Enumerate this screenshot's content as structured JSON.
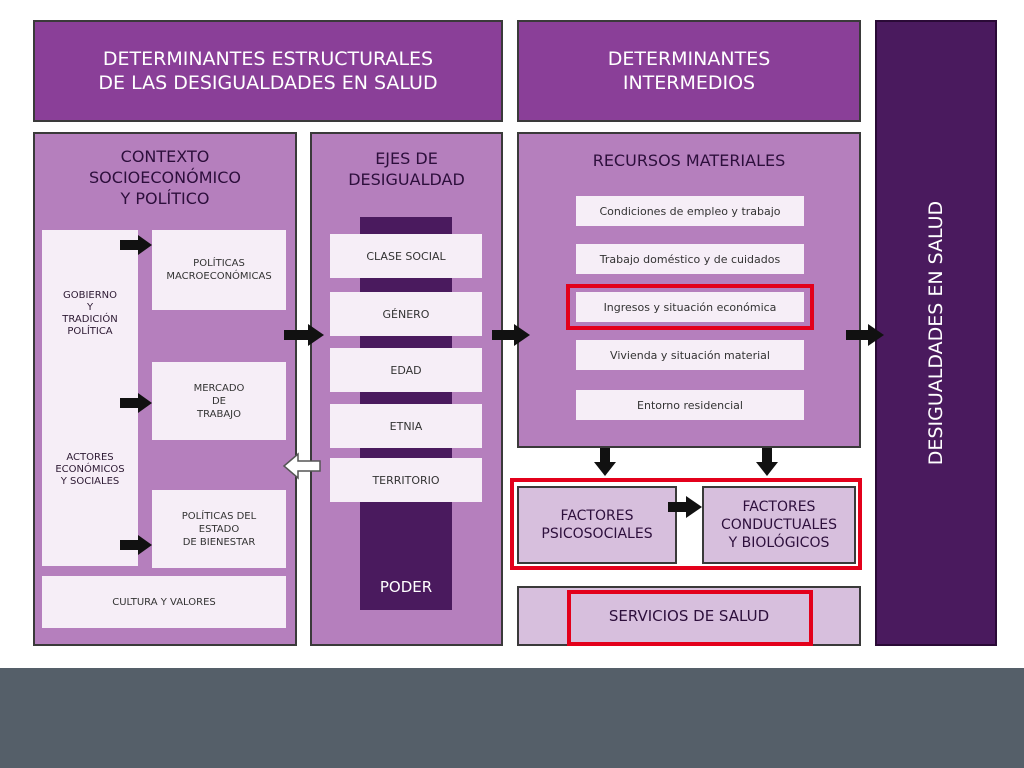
{
  "headers": {
    "structural": "DETERMINANTES ESTRUCTURALES\nDE LAS DESIGUALDADES EN SALUD",
    "intermediate": "DETERMINANTES\nINTERMEDIOS"
  },
  "context": {
    "title": "CONTEXTO\nSOCIOECONÓMICO\nY POLÍTICO",
    "gobierno": "GOBIERNO\nY\nTRADICIÓN\nPOLÍTICA",
    "actores": "ACTORES\nECONÓMICOS\nY SOCIALES",
    "politicas_macro": "POLÍTICAS\nMACROECONÓMICAS",
    "mercado": "MERCADO\nDE\nTRABAJO",
    "politicas_bienestar": "POLÍTICAS DEL\nESTADO\nDE BIENESTAR",
    "cultura": "CULTURA Y VALORES"
  },
  "ejes": {
    "title": "EJES DE\nDESIGUALDAD",
    "items": [
      "CLASE SOCIAL",
      "GÉNERO",
      "EDAD",
      "ETNIA",
      "TERRITORIO"
    ],
    "poder": "PODER"
  },
  "recursos": {
    "title": "RECURSOS MATERIALES",
    "items": [
      "Condiciones de empleo y trabajo",
      "Trabajo doméstico y de cuidados",
      "Ingresos y situación económica",
      "Vivienda y situación material",
      "Entorno residencial"
    ]
  },
  "factores": {
    "psicosociales": "FACTORES\nPSICOSOCIALES",
    "conductuales": "FACTORES\nCONDUCTUALES\nY BIOLÓGICOS"
  },
  "servicios": "SERVICIOS DE SALUD",
  "desigualdades": "DESIGUALDADES EN SALUD",
  "colors": {
    "header_purple": "#8a3f98",
    "panel_purple": "#b57fbd",
    "dark_purple": "#4a1a5e",
    "highlight_red": "#e3001b",
    "footer_gray": "#555f69"
  }
}
